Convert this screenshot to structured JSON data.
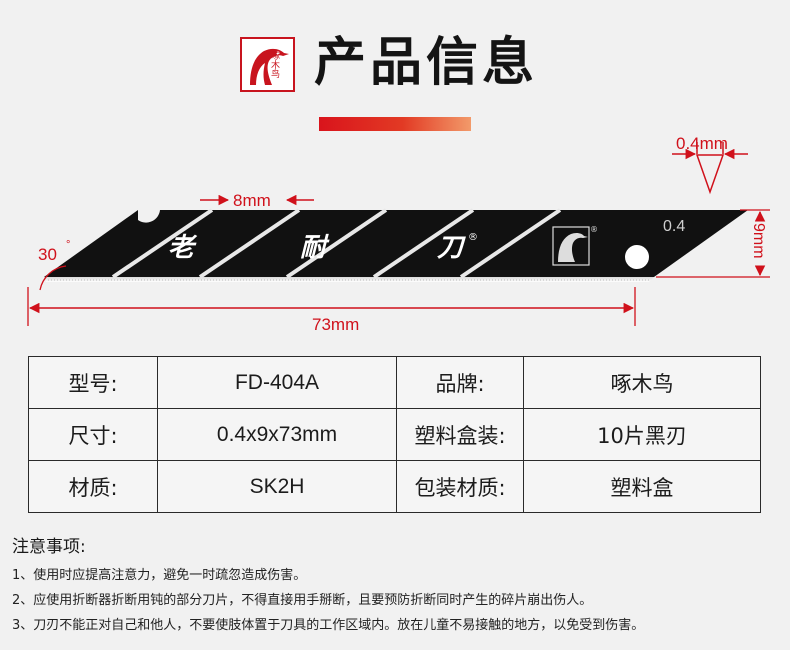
{
  "header": {
    "logo_text": "啄木鸟",
    "title": "产品信息"
  },
  "diagram": {
    "dim_thickness": "0.4mm",
    "dim_segment": "8mm",
    "dim_angle": "30",
    "dim_angle_unit": "°",
    "dim_width": "9mm",
    "dim_length": "73mm",
    "blade_text": "0.4",
    "blade_brand_chars": [
      "老",
      "耐",
      "刀"
    ],
    "blade_registered": "®",
    "colors": {
      "dimension": "#d0111b",
      "blade": "#111111",
      "brand": "#c8141e"
    }
  },
  "table": {
    "rows": [
      {
        "label1": "型号:",
        "value1": "FD-404A",
        "label2": "品牌:",
        "value2": "啄木鸟"
      },
      {
        "label1": "尺寸:",
        "value1": "0.4x9x73mm",
        "label2": "塑料盒装:",
        "value2": "10片黑刃"
      },
      {
        "label1": "材质:",
        "value1": "SK2H",
        "label2": "包装材质:",
        "value2": "塑料盒"
      }
    ]
  },
  "notes": {
    "title": "注意事项:",
    "items": [
      "1、使用时应提高注意力，避免一时疏忽造成伤害。",
      "2、应使用折断器折断用钝的部分刀片，不得直接用手掰断，且要预防折断同时产生的碎片崩出伤人。",
      "3、刀刃不能正对自己和他人，不要使肢体置于刀具的工作区域内。放在儿童不易接触的地方，以免受到伤害。"
    ]
  }
}
